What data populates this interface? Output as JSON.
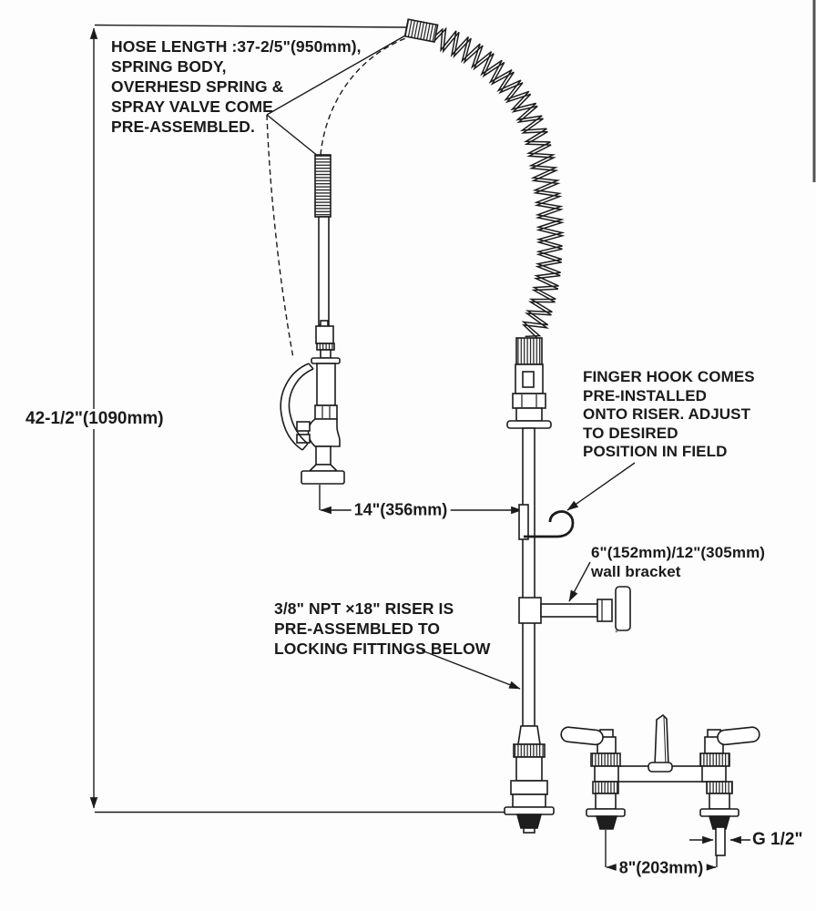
{
  "drawing": {
    "title": "Pre-rinse faucet assembly spec drawing",
    "notes": {
      "hose": {
        "l1": "HOSE LENGTH :37-2/5\"(950mm),",
        "l2": "SPRING BODY,",
        "l3": "OVERHESD SPRING &",
        "l4": "SPRAY VALVE COME",
        "l5": "PRE-ASSEMBLED."
      },
      "finger_hook": {
        "l1": "FINGER HOOK COMES",
        "l2": "PRE-INSTALLED",
        "l3": "ONTO RISER. ADJUST",
        "l4": "TO DESIRED",
        "l5": "POSITION IN FIELD"
      },
      "wall_bracket": {
        "l1": "6\"(152mm)/12\"(305mm)",
        "l2": "wall bracket"
      },
      "riser": {
        "l1": "3/8\" NPT ×18\" RISER IS",
        "l2": "PRE-ASSEMBLED TO",
        "l3": "LOCKING FITTINGS BELOW"
      }
    },
    "dimensions": {
      "overall_height": "42-1/2\"(1090mm)",
      "spray_offset": "14\"(356mm)",
      "inlet_spacing": "8\"(203mm)",
      "inlet_thread": "G 1/2\""
    },
    "line_color": "#1b1b1b",
    "background": "#fdfdfd"
  }
}
